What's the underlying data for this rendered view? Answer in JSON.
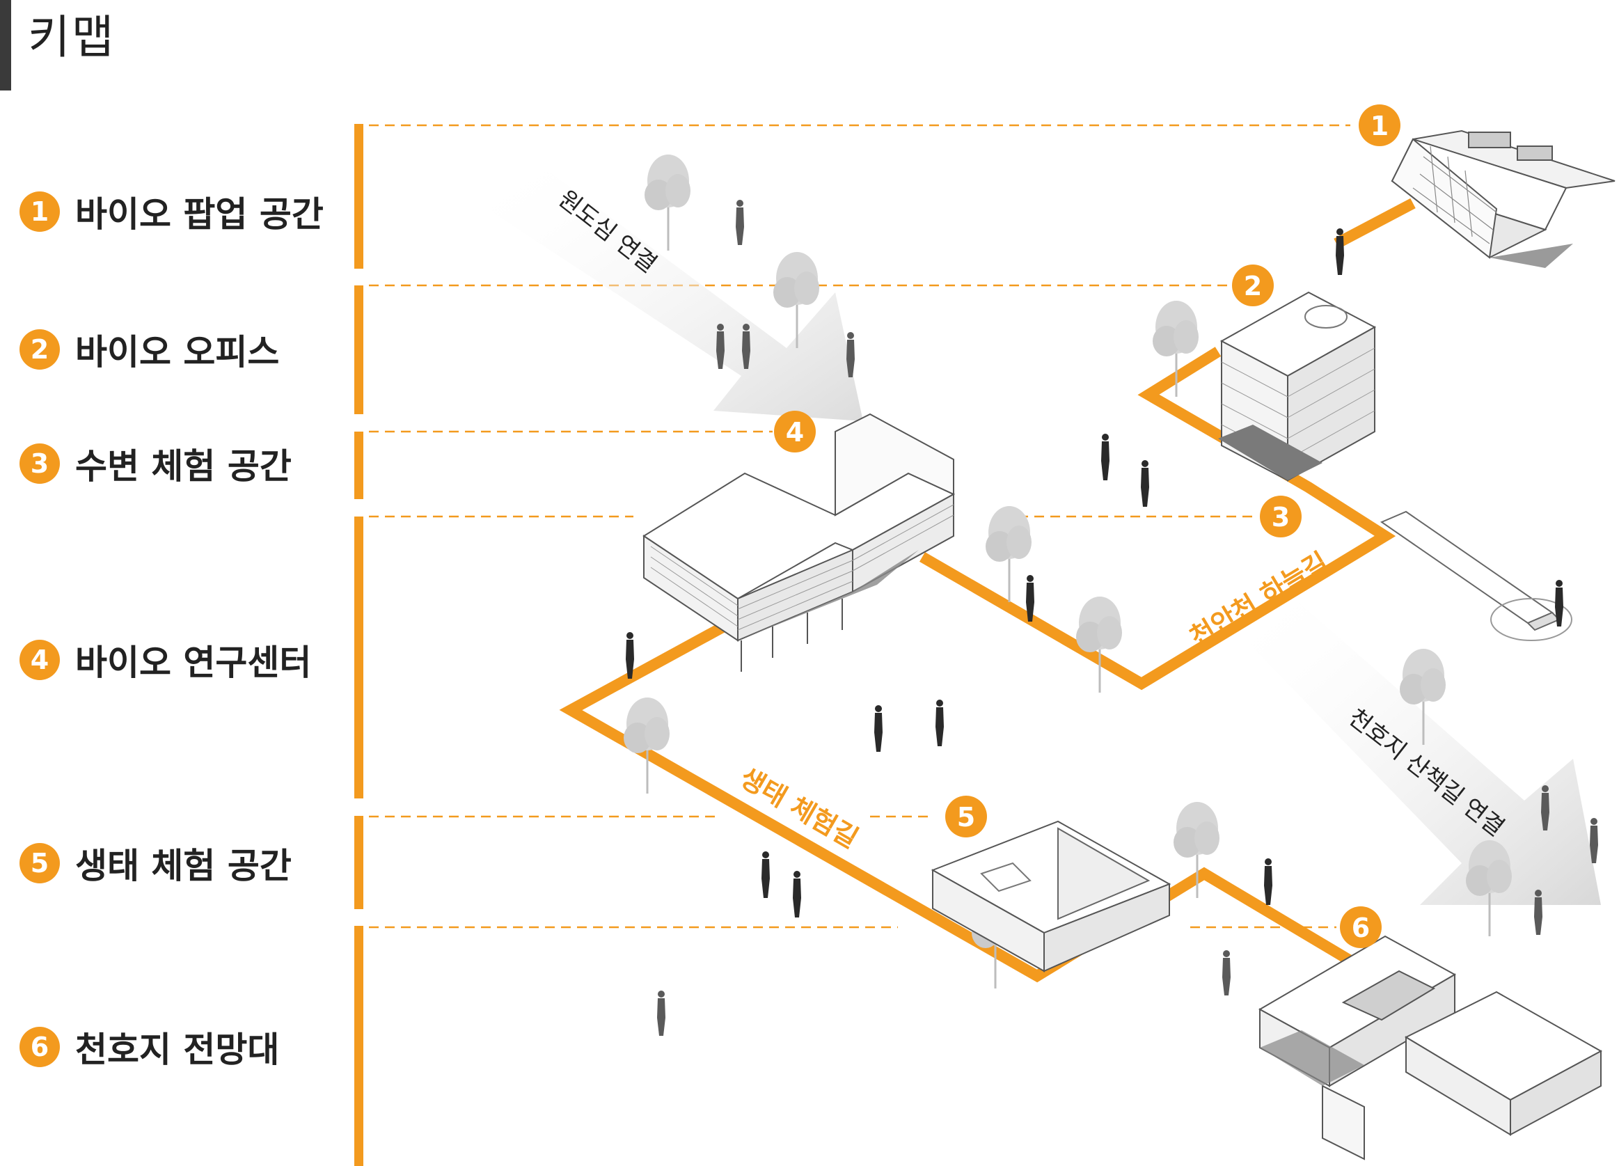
{
  "title": "키맵",
  "legend": [
    {
      "num": "1",
      "label": "바이오 팝업 공간"
    },
    {
      "num": "2",
      "label": "바이오 오피스"
    },
    {
      "num": "3",
      "label": "수변 체험 공간"
    },
    {
      "num": "4",
      "label": "바이오 연구센터"
    },
    {
      "num": "5",
      "label": "생태 체험 공간"
    },
    {
      "num": "6",
      "label": "천호지 전망대"
    }
  ],
  "markers": [
    "1",
    "2",
    "3",
    "4",
    "5",
    "6"
  ],
  "path_labels": {
    "sky_path": "천안천 하늘길",
    "eco_path": "생태 체험길"
  },
  "arrow_labels": {
    "downtown": "원도심 연결",
    "lake_trail": "천호지 산책길 연결"
  },
  "colors": {
    "accent": "#f39a1e",
    "dash": "#f39a1e",
    "building_line": "#555555",
    "arrow_fill": "#e4e4e4",
    "tree": "#cfcfcf"
  }
}
